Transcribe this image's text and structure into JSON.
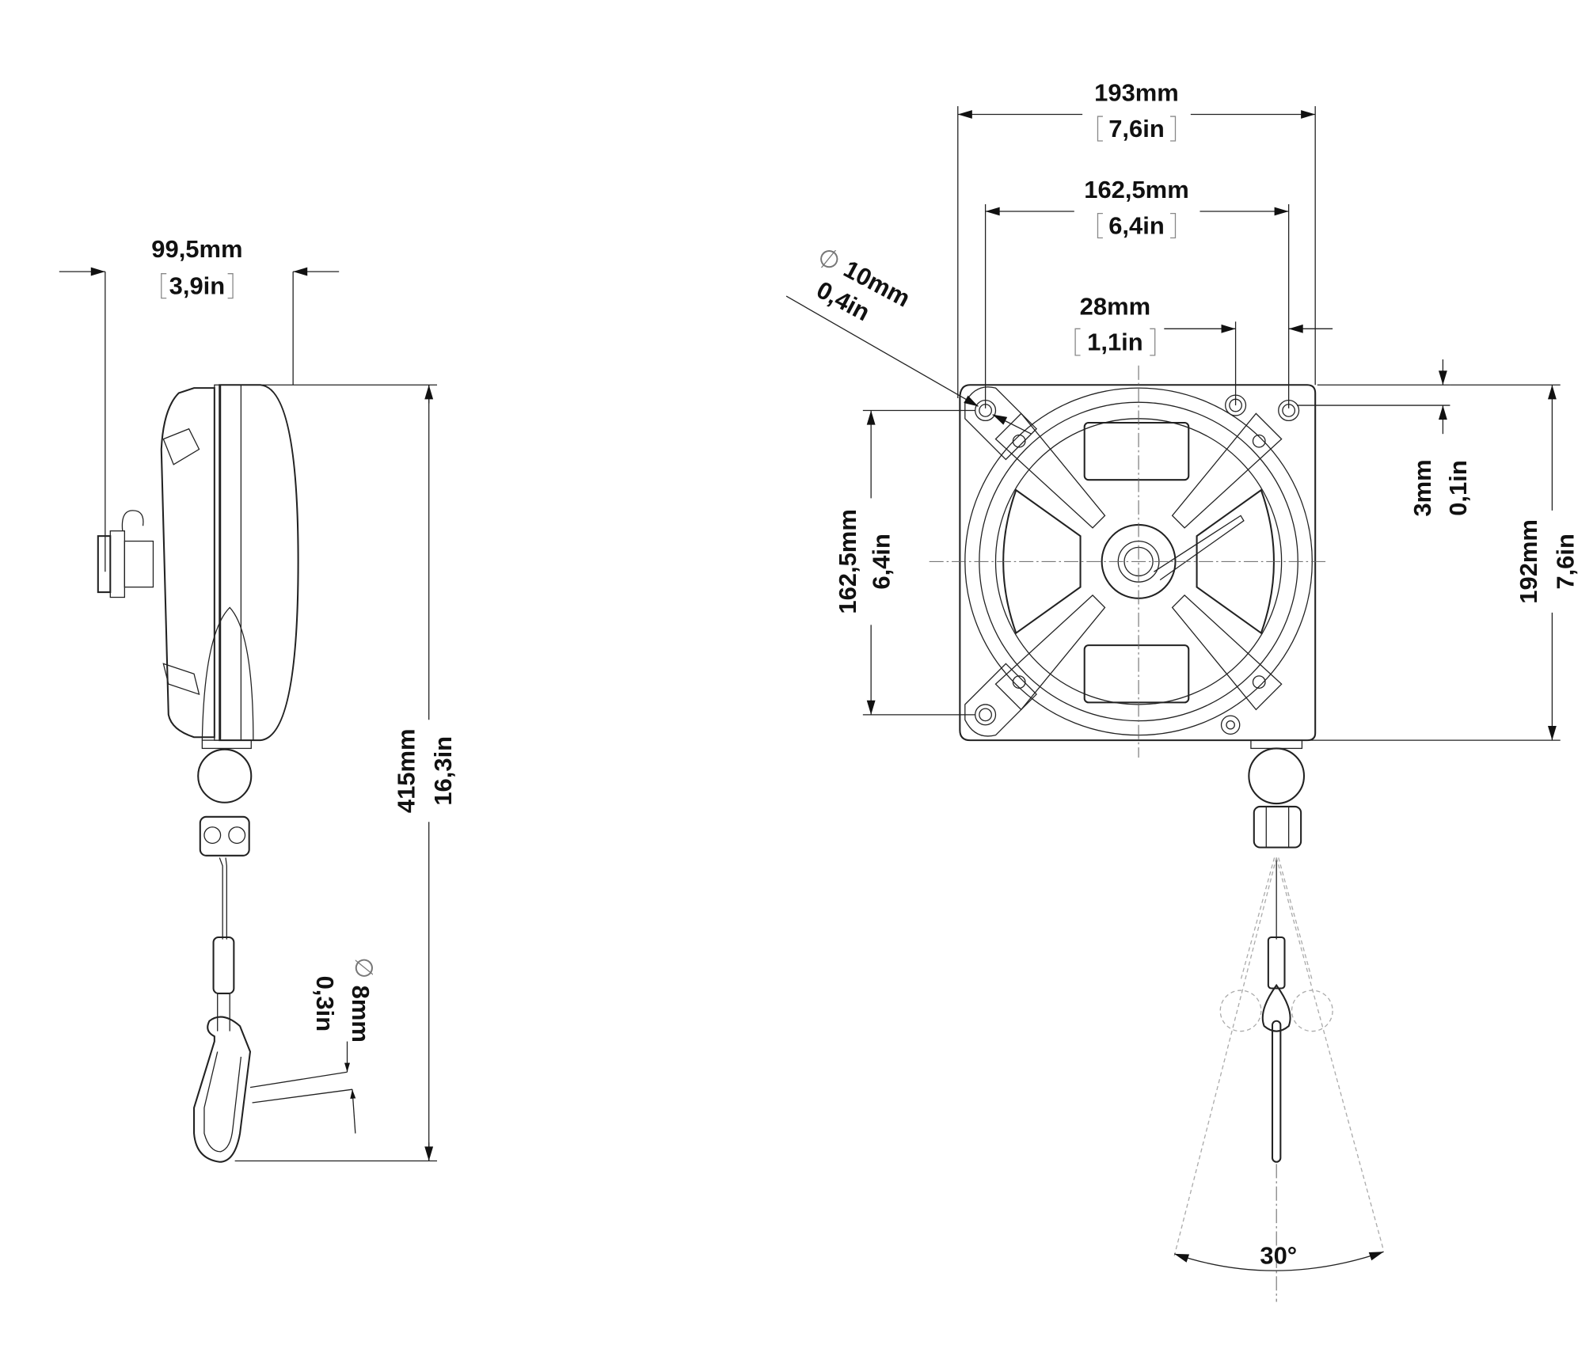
{
  "side_view": {
    "depth_mm": "99,5mm",
    "depth_in": "3,9in",
    "height_mm": "415mm",
    "height_in": "16,3in",
    "hook_dia_symbol": "∅",
    "hook_dia_mm": "8mm",
    "hook_dia_in": "0,3in"
  },
  "front_view": {
    "width_mm": "193mm",
    "width_in": "7,6in",
    "hole_spacing_h_mm": "162,5mm",
    "hole_spacing_h_in": "6,4in",
    "offset_mm": "28mm",
    "offset_in": "1,1in",
    "hole_dia_symbol": "∅",
    "hole_dia_mm": "10mm",
    "hole_dia_in": "0,4in",
    "hole_spacing_v_mm": "162,5mm",
    "hole_spacing_v_in": "6,4in",
    "top_offset_mm": "3mm",
    "top_offset_in": "0,1in",
    "height_mm": "192mm",
    "height_in": "7,6in",
    "swing_angle": "30°"
  }
}
